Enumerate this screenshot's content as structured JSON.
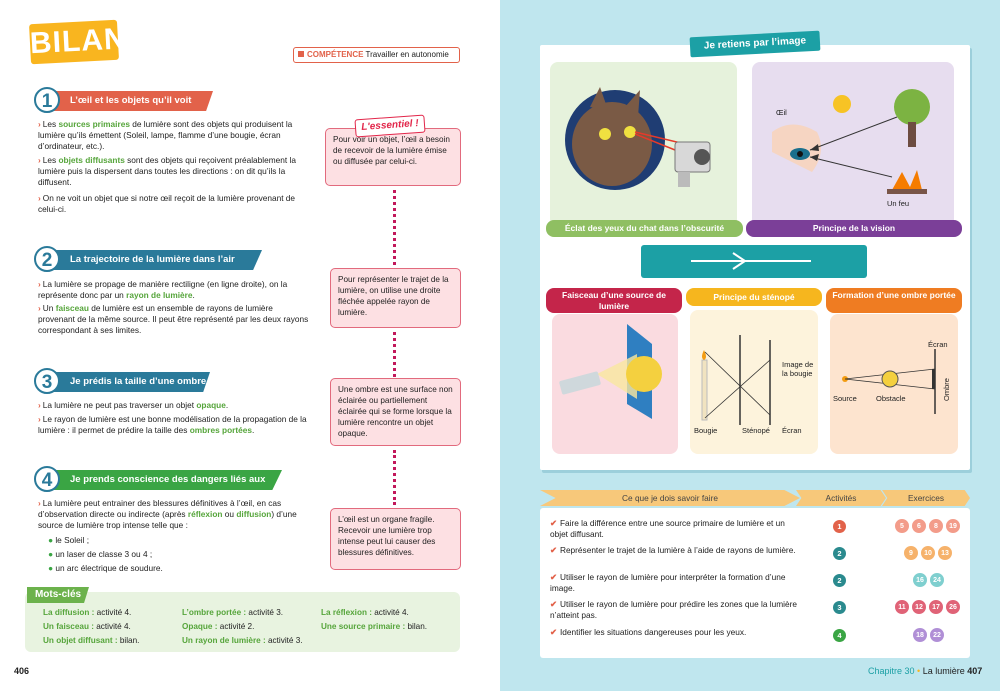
{
  "left": {
    "bilan": "BILAN",
    "competence": {
      "label": "COMPÉTENCE",
      "text": "Travailler en autonomie"
    },
    "essentiel_title": "L'essentiel !",
    "sections": [
      {
        "num": "1",
        "title": "L’œil et les objets qu’il voit",
        "b1": [
          "Les ",
          "sources primaires",
          " de lumière sont des objets qui produisent la lumière qu’ils émettent (Soleil, lampe, flamme d’une bougie, écran d’ordinateur, etc.)."
        ],
        "b2": [
          "Les ",
          "objets diffusants",
          " sont des objets qui reçoivent préalablement la lumière puis la dispersent dans toutes les directions : on dit qu’ils la diffusent."
        ],
        "b3": "On ne voit un objet que si notre œil reçoit de la lumière provenant de celui-ci.",
        "essentiel": "Pour voir un objet, l’œil a besoin de recevoir de la lumière émise ou diffusée par celui-ci."
      },
      {
        "num": "2",
        "title": "La trajectoire de la lumière dans l’air",
        "b1": [
          "La lumière se propage de manière rectiligne (en ligne droite), on la représente donc par un ",
          "rayon de lumière",
          "."
        ],
        "b2": [
          "Un ",
          "faisceau",
          " de lumière est un ensemble de rayons de lumière provenant de la même source. Il peut être représenté par les deux rayons correspondant à ses limites."
        ],
        "essentiel": "Pour représenter le trajet de la lumière, on utilise une droite fléchée appelée rayon de lumière."
      },
      {
        "num": "3",
        "title": "Je prédis la taille d’une ombre",
        "b1": [
          "La lumière ne peut pas traverser un objet ",
          "opaque",
          "."
        ],
        "b2": [
          "Le rayon de lumière est une bonne modélisation de la propagation de la lumière : il permet de prédire la taille des ",
          "ombres portées",
          "."
        ],
        "essentiel": "Une ombre est une surface non éclairée ou partiellement éclairée qui se forme lorsque la lumière rencontre un objet opaque."
      },
      {
        "num": "4",
        "title": "Je prends conscience des dangers liés aux lasers",
        "b1": [
          "La lumière peut entrainer des blessures définitives à l’œil, en cas d’observation directe ou indirecte (après ",
          "réflexion",
          " ou ",
          "diffusion",
          ") d’une source de lumière trop intense telle que :"
        ],
        "items": [
          "le Soleil ;",
          "un laser de classe 3 ou 4 ;",
          "un arc électrique de soudure."
        ],
        "essentiel": "L’œil est un organe fragile. Recevoir une lumière trop intense peut lui causer des blessures définitives."
      }
    ],
    "mots_cles": {
      "title": "Mots-clés",
      "items": [
        {
          "k": "La diffusion :",
          "v": " activité 4."
        },
        {
          "k": "Un faisceau :",
          "v": " activité 4."
        },
        {
          "k": "Un objet diffusant :",
          "v": " bilan."
        },
        {
          "k": "L’ombre portée :",
          "v": " activité 3."
        },
        {
          "k": "Opaque :",
          "v": " activité 2."
        },
        {
          "k": "Un rayon de lumière :",
          "v": " activité 3."
        },
        {
          "k": "La réflexion :",
          "v": " activité 4."
        },
        {
          "k": "Une source primaire :",
          "v": " bilan."
        }
      ]
    },
    "page_num": "406"
  },
  "right": {
    "card_title": "Je retiens par l’image",
    "labels": {
      "eclat": "Éclat des yeux du chat dans l’obscurité",
      "vision": "Principe de la vision",
      "faisceau": "Faisceau d’une source de lumière",
      "stenope": "Principe du sténopé",
      "ombre": "Formation d’une ombre portée"
    },
    "vision_labels": {
      "oeil": "Œil",
      "feu": "Un feu"
    },
    "stenope_labels": {
      "image": "Image de la bougie",
      "bougie": "Bougie",
      "stenope": "Sténopé",
      "ecran": "Écran"
    },
    "ombre_labels": {
      "ecran": "Écran",
      "source": "Source",
      "obstacle": "Obstacle",
      "ombre": "Ombre"
    },
    "table": {
      "h1": "Ce que je dois savoir faire",
      "h2": "Activités",
      "h3": "Exercices",
      "rows": [
        {
          "text": "Faire la différence entre une source primaire de lumière et un objet diffusant.",
          "act": "1",
          "ex": [
            "5",
            "6",
            "8",
            "19"
          ],
          "act_color": "#e2624a"
        },
        {
          "text": "Représenter le trajet de la lumière à l’aide de rayons de lumière.",
          "act": "2",
          "ex": [
            "9",
            "10",
            "13"
          ],
          "act_color": "#2a8a8e"
        },
        {
          "text": "Utiliser le rayon de lumière pour interpréter la formation d’une image.",
          "act": "2",
          "ex": [
            "16",
            "24"
          ],
          "act_color": "#2a8a8e"
        },
        {
          "text": "Utiliser le rayon de lumière pour prédire les zones que la lumière n’atteint pas.",
          "act": "3",
          "ex": [
            "11",
            "12",
            "17",
            "26"
          ],
          "act_color": "#2a8a8e"
        },
        {
          "text": "Identifier les situations dangereuses pour les yeux.",
          "act": "4",
          "ex": [
            "18",
            "22"
          ],
          "act_color": "#3aa544"
        }
      ]
    },
    "footer": {
      "chapter": "Chapitre 30",
      "sep": "•",
      "topic": "La lumière",
      "page": "407"
    }
  },
  "colors": {
    "orange": "#e2624a",
    "green": "#56a53b",
    "teal": "#1ca0a5",
    "purple": "#7b3f98"
  }
}
